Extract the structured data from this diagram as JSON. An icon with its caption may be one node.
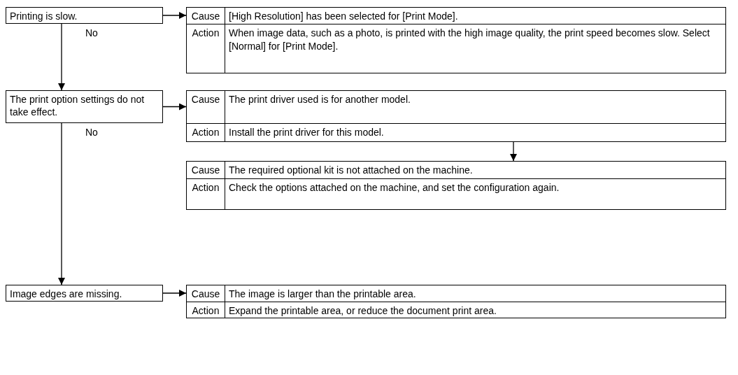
{
  "diagram": {
    "nodes": [
      {
        "text": [
          "Printing is slow."
        ]
      },
      {
        "text": [
          "Cause",
          "[High Resolution] has been selected for [Print Mode].",
          "Action",
          "When image data, such as a photo, is printed with the high image quality, the print speed becomes slow. Select [Normal] for [Print Mode]."
        ]
      },
      {
        "text": [
          "The print option settings do not take effect."
        ]
      },
      {
        "text": [
          "Cause",
          "The print driver used is for another model.",
          "Action",
          "Install the print driver for this model."
        ]
      },
      {
        "text": [
          "Cause",
          "The required optional kit is not attached on the machine.",
          "Action",
          "Check the options attached on the machine, and set the configuration again."
        ]
      },
      {
        "text": [
          "Image edges are missing."
        ]
      },
      {
        "text": [
          "Cause",
          "The image is larger than the printable area.",
          "Action",
          "Expand the printable area, or reduce the document print area."
        ]
      }
    ],
    "edges": [
      {
        "from": 0,
        "to": 1,
        "arrow": "to"
      },
      {
        "from": 0,
        "to": 2,
        "arrow": "to",
        "label": "No"
      },
      {
        "from": 2,
        "to": 3,
        "arrow": "to"
      },
      {
        "from": 3,
        "to": 4,
        "arrow": "to"
      },
      {
        "from": 2,
        "to": 5,
        "arrow": "to",
        "label": "No"
      },
      {
        "from": 5,
        "to": 6,
        "arrow": "to"
      }
    ]
  }
}
